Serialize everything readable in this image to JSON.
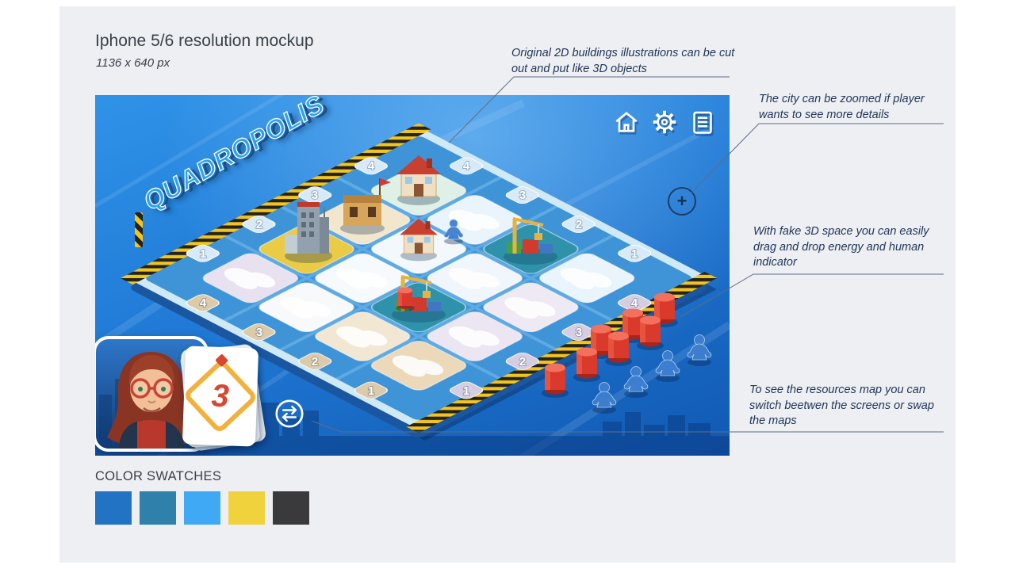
{
  "header": {
    "title": "Iphone 5/6 resolution mockup",
    "subtitle": "1136 x 640 px"
  },
  "annotations": [
    {
      "text": "Original 2D buildings illustrations can be cut out and put like 3D objects"
    },
    {
      "text": "The city can be zoomed if player wants to see more details"
    },
    {
      "text": "With fake 3D space you can easily drag and drop energy and human indicator"
    },
    {
      "text": "To see the resources map you can switch beetwen the screens or swap the maps"
    }
  ],
  "game": {
    "logo_text": "QUADROPOLIS",
    "zoom_button_label": "+",
    "player_card": {
      "number": "3"
    },
    "board": {
      "edge_labels": {
        "top_left": [
          "4",
          "3",
          "2",
          "1"
        ],
        "top_right": [
          "4",
          "3",
          "2",
          "1"
        ],
        "bottom_right": [
          "4",
          "3",
          "2",
          "1"
        ],
        "bottom_left": [
          "4",
          "3",
          "2",
          "1"
        ]
      }
    },
    "colors": {
      "background_top": "#2f93e8",
      "background_bottom": "#1159b2",
      "hazard_yellow": "#f2c51d",
      "energy_red": "#d93a2c",
      "human_blue": "#3f7fd0"
    }
  },
  "swatches": {
    "title": "COLOR SWATCHES",
    "colors": [
      "#2273c4",
      "#2f80ab",
      "#3fa9f5",
      "#f0d23c",
      "#3a3a3c"
    ]
  }
}
